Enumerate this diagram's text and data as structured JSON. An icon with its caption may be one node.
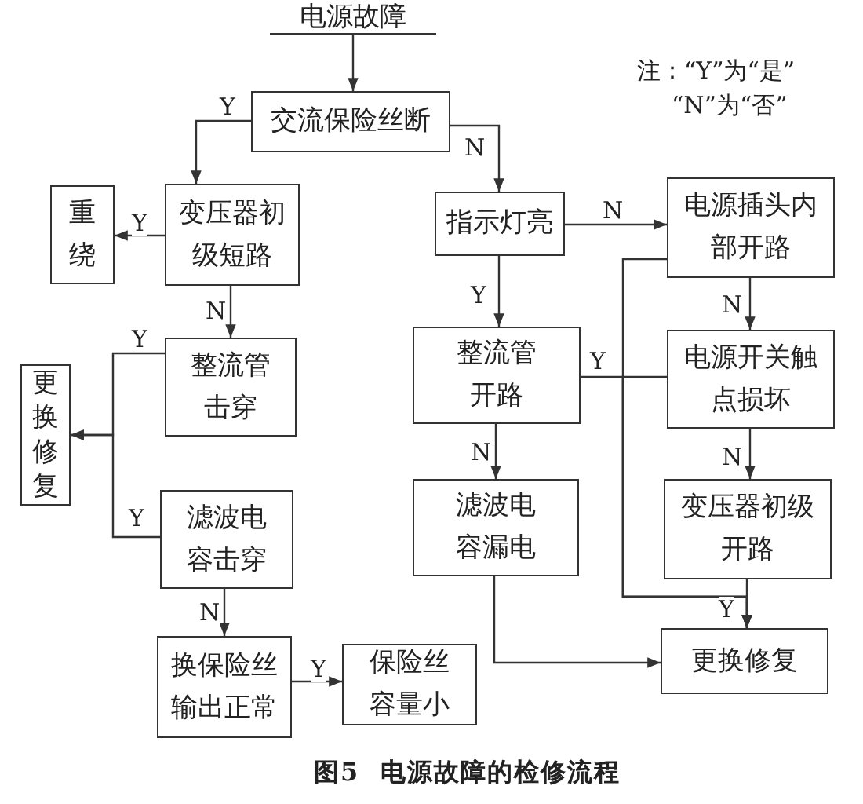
{
  "diagram": {
    "caption": "图5  电源故障的检修流程",
    "nodes": [
      {
        "text": [
          "电源故障"
        ]
      },
      {
        "text": [
          "交流保险丝断"
        ]
      },
      {
        "text": [
          "变压器初级短路"
        ]
      },
      {
        "text": [
          "重绕"
        ]
      },
      {
        "text": [
          "整流管击穿"
        ]
      },
      {
        "text": [
          "更换修复"
        ]
      },
      {
        "text": [
          "滤波电容击穿"
        ]
      },
      {
        "text": [
          "换保险丝输出正常"
        ]
      },
      {
        "text": [
          "保险丝容量小"
        ]
      },
      {
        "text": [
          "指示灯亮"
        ]
      },
      {
        "text": [
          "电源插头内部开路"
        ]
      },
      {
        "text": [
          "整流管开路"
        ]
      },
      {
        "text": [
          "电源开关触点损坏"
        ]
      },
      {
        "text": [
          "滤波电容漏电"
        ]
      },
      {
        "text": [
          "变压器初级开路"
        ]
      },
      {
        "text": [
          "更换修复"
        ]
      }
    ],
    "edges": [
      {
        "from": 0,
        "to": 1,
        "arrow": "to"
      },
      {
        "from": 1,
        "to": 2,
        "arrow": "to",
        "label": "Y"
      },
      {
        "from": 1,
        "to": 9,
        "arrow": "to",
        "label": "N"
      },
      {
        "from": 2,
        "to": 3,
        "arrow": "to",
        "label": "Y"
      },
      {
        "from": 2,
        "to": 4,
        "arrow": "to",
        "label": "N"
      },
      {
        "from": 4,
        "to": 5,
        "arrow": "to",
        "label": "Y"
      },
      {
        "from": 6,
        "to": 5,
        "arrow": "to",
        "label": "Y"
      },
      {
        "from": 6,
        "to": 7,
        "arrow": "to",
        "label": "N"
      },
      {
        "from": 7,
        "to": 8,
        "arrow": "to",
        "label": "Y"
      },
      {
        "from": 9,
        "to": 10,
        "arrow": "to",
        "label": "N"
      },
      {
        "from": 9,
        "to": 11,
        "arrow": "to",
        "label": "Y"
      },
      {
        "from": 10,
        "to": 12,
        "arrow": "to",
        "label": "N"
      },
      {
        "from": 12,
        "to": 14,
        "arrow": "to",
        "label": "N"
      },
      {
        "from": 11,
        "to": 13,
        "arrow": "to",
        "label": "N"
      },
      {
        "from": 14,
        "to": 15,
        "arrow": "to",
        "label": "Y"
      },
      {
        "from": 13,
        "to": 15,
        "arrow": "to"
      },
      {
        "from": 10,
        "to": 15,
        "arrow": "to"
      },
      {
        "from": 11,
        "to": 15,
        "arrow": "to",
        "label": "Y"
      },
      {
        "from": 12,
        "to": 15,
        "arrow": "to"
      }
    ],
    "labels": [
      "注：“Y”为“是”",
      "“N”为“否”"
    ]
  }
}
